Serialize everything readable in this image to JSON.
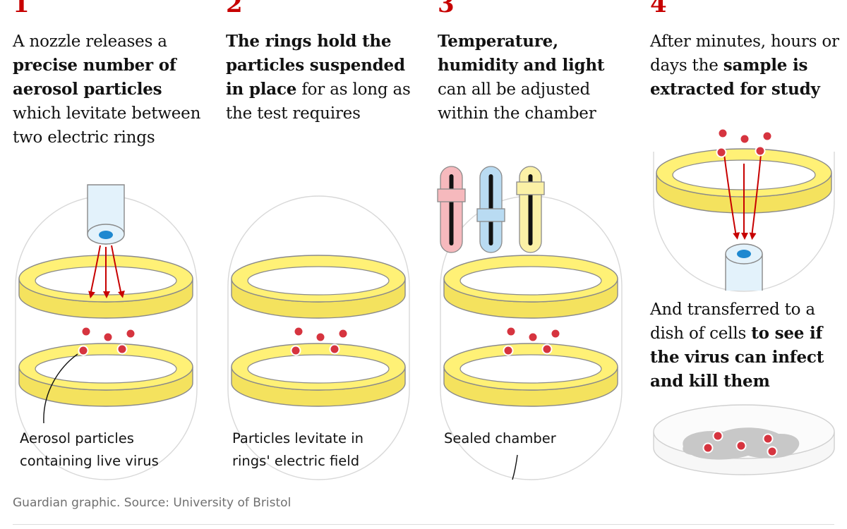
{
  "steps": [
    {
      "number": "1",
      "text": [
        {
          "t": "A nozzle releases a ",
          "b": false
        },
        {
          "t": "precise number of aerosol particles",
          "b": true
        },
        {
          "t": " which levitate between two electric rings",
          "b": false
        }
      ]
    },
    {
      "number": "2",
      "text": [
        {
          "t": "The rings hold the particles suspended in place",
          "b": true
        },
        {
          "t": " for as long as the test requires",
          "b": false
        }
      ]
    },
    {
      "number": "3",
      "text": [
        {
          "t": "Temperature, humidity and light",
          "b": true
        },
        {
          "t": " can all be adjusted within the chamber",
          "b": false
        }
      ]
    },
    {
      "number": "4",
      "text": [
        {
          "t": "After minutes, hours or days the ",
          "b": false
        },
        {
          "t": "sample is extracted for study",
          "b": true
        }
      ]
    }
  ],
  "step4_secondary": [
    {
      "t": "And transferred to a dish of cells ",
      "b": false
    },
    {
      "t": "to see if the virus can infect and kill them",
      "b": true
    }
  ],
  "labels": {
    "aerosol": "Aerosol particles containing live virus",
    "levitate": "Particles levitate in rings' electric field",
    "sealed": "Sealed chamber"
  },
  "source": "Guardian graphic. Source: University of Bristol",
  "colors": {
    "accent": "#c70000",
    "ring_fill": "#fff176",
    "ring_side": "#f4e25e",
    "particle": "#d6343f",
    "arrow": "#c70000",
    "nozzle": "#e3f2fb",
    "nozzle_hole": "#1e88d0",
    "slider_red": "#f6b9bd",
    "slider_blue": "#b9dbf2",
    "slider_yellow": "#fbf1a6"
  }
}
